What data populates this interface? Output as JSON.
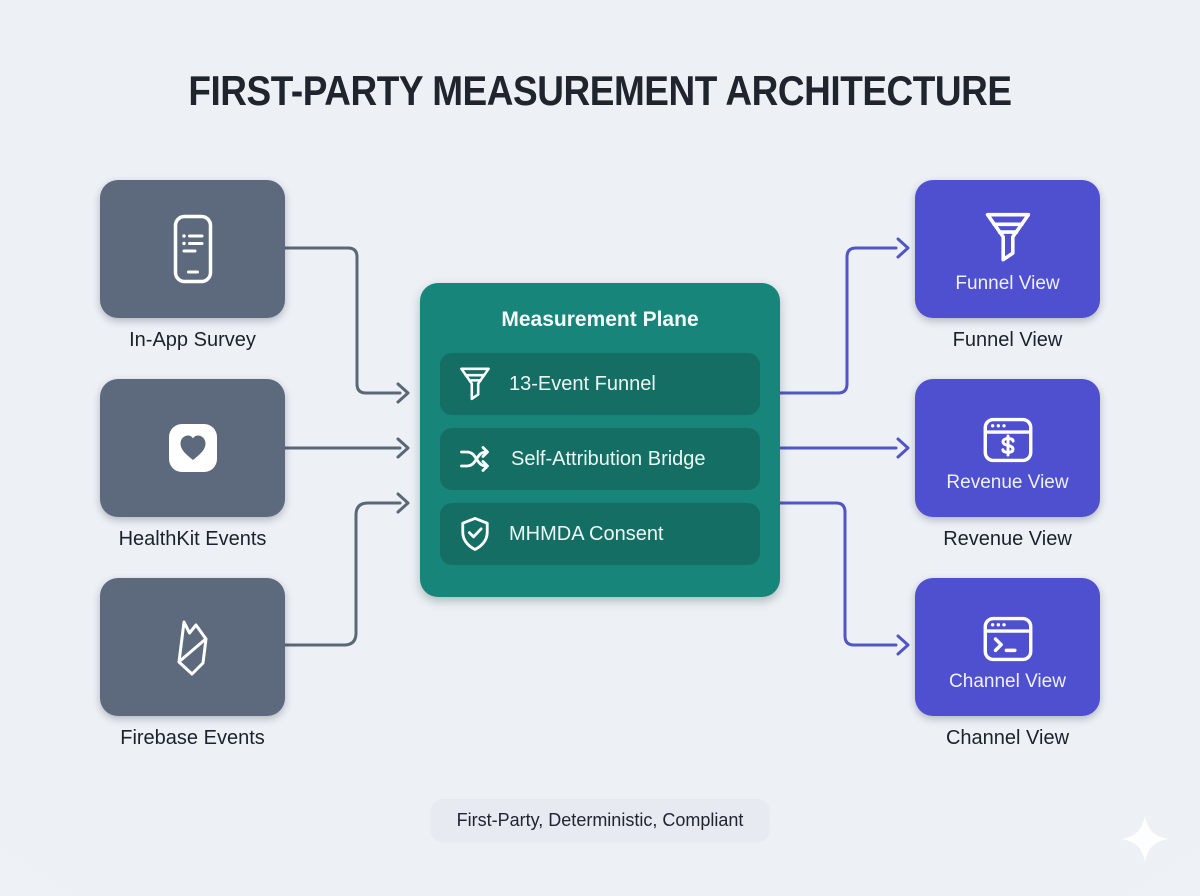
{
  "title": "FIRST-PARTY MEASUREMENT ARCHITECTURE",
  "sources": [
    {
      "label": "In-App Survey",
      "icon": "phone-survey-icon"
    },
    {
      "label": "HealthKit Events",
      "icon": "healthkit-heart-icon"
    },
    {
      "label": "Firebase Events",
      "icon": "firebase-flame-icon"
    }
  ],
  "plane": {
    "title": "Measurement Plane",
    "items": [
      {
        "label": "13-Event Funnel",
        "icon": "funnel-icon"
      },
      {
        "label": "Self-Attribution Bridge",
        "icon": "shuffle-icon"
      },
      {
        "label": "MHMDA Consent",
        "icon": "shield-check-icon"
      }
    ]
  },
  "outputs": [
    {
      "card_label": "Funnel View",
      "label": "Funnel View",
      "icon": "funnel-icon"
    },
    {
      "card_label": "Revenue View",
      "label": "Revenue View",
      "icon": "browser-dollar-icon"
    },
    {
      "card_label": "Channel View",
      "label": "Channel View",
      "icon": "browser-terminal-icon"
    }
  ],
  "footer": {
    "badge": "First-Party, Deterministic, Compliant"
  },
  "colors": {
    "background": "#eef2f6",
    "source_box": "#5d6a7d",
    "plane_box": "#18857a",
    "plane_item": "#146e64",
    "output_box": "#4f50cf",
    "left_connector": "#5a6777",
    "right_connector": "#5156c2",
    "badge_bg": "#e7eaf1",
    "text_dark": "#20242c",
    "text_light": "#ffffff"
  }
}
